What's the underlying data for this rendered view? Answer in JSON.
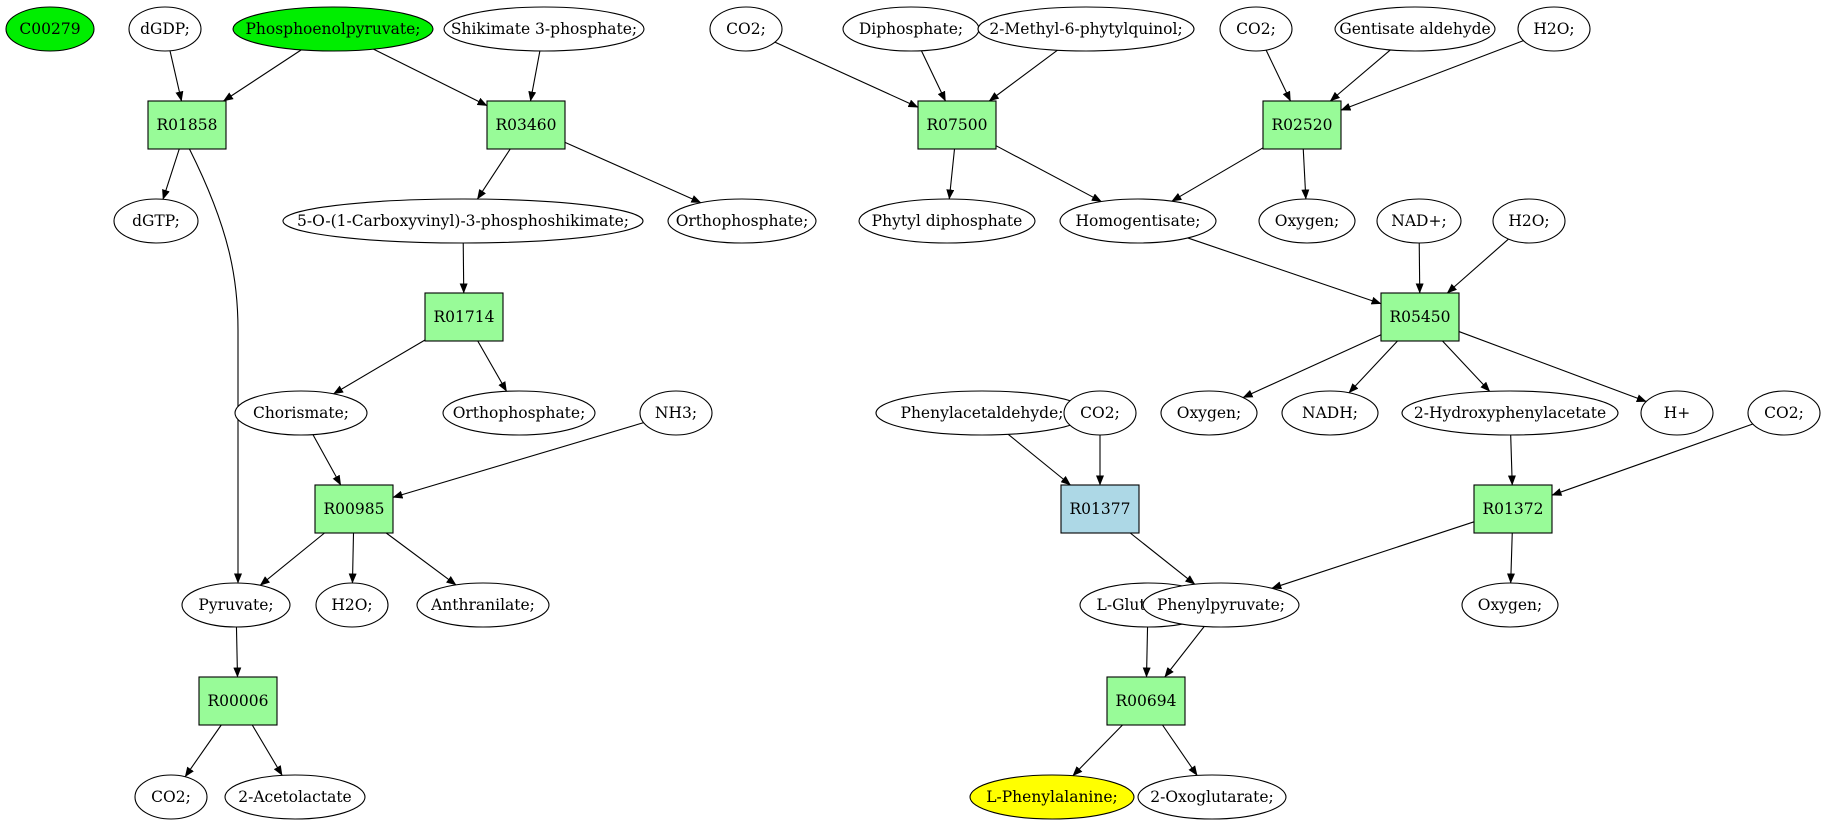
{
  "colors": {
    "reaction": "#98fb98",
    "reaction_highlight": "#add8e6",
    "compound": "#ffffff",
    "compound_source": "#00ee00",
    "compound_target": "#ffff00",
    "stroke": "#000000"
  },
  "nodes": [
    {
      "id": "C00279",
      "label": "C00279",
      "kind": "compound",
      "role": "source"
    },
    {
      "id": "dGDP",
      "label": "dGDP;",
      "kind": "compound"
    },
    {
      "id": "PEP",
      "label": "Phosphoenolpyruvate;",
      "kind": "compound",
      "role": "source"
    },
    {
      "id": "S3P",
      "label": "Shikimate 3-phosphate;",
      "kind": "compound"
    },
    {
      "id": "CO2a",
      "label": "CO2;",
      "kind": "compound"
    },
    {
      "id": "Diphos",
      "label": "Diphosphate;",
      "kind": "compound"
    },
    {
      "id": "MPQ",
      "label": "2-Methyl-6-phytylquinol;",
      "kind": "compound"
    },
    {
      "id": "CO2b",
      "label": "CO2;",
      "kind": "compound"
    },
    {
      "id": "GentAld",
      "label": "Gentisate aldehyde",
      "kind": "compound"
    },
    {
      "id": "H2Oa",
      "label": "H2O;",
      "kind": "compound"
    },
    {
      "id": "R01858",
      "label": "R01858",
      "kind": "reaction"
    },
    {
      "id": "R03460",
      "label": "R03460",
      "kind": "reaction"
    },
    {
      "id": "R07500",
      "label": "R07500",
      "kind": "reaction"
    },
    {
      "id": "R02520",
      "label": "R02520",
      "kind": "reaction"
    },
    {
      "id": "dGTP",
      "label": "dGTP;",
      "kind": "compound"
    },
    {
      "id": "EPSP",
      "label": "5-O-(1-Carboxyvinyl)-3-phosphoshikimate;",
      "kind": "compound"
    },
    {
      "id": "OrthoA",
      "label": "Orthophosphate;",
      "kind": "compound"
    },
    {
      "id": "PhytylPP",
      "label": "Phytyl diphosphate",
      "kind": "compound"
    },
    {
      "id": "Homogent",
      "label": "Homogentisate;",
      "kind": "compound"
    },
    {
      "id": "OxyA",
      "label": "Oxygen;",
      "kind": "compound"
    },
    {
      "id": "NADp",
      "label": "NAD+;",
      "kind": "compound"
    },
    {
      "id": "H2Ob",
      "label": "H2O;",
      "kind": "compound"
    },
    {
      "id": "R01714",
      "label": "R01714",
      "kind": "reaction"
    },
    {
      "id": "R05450",
      "label": "R05450",
      "kind": "reaction"
    },
    {
      "id": "Chor",
      "label": "Chorismate;",
      "kind": "compound"
    },
    {
      "id": "OrthoB",
      "label": "Orthophosphate;",
      "kind": "compound"
    },
    {
      "id": "NH3",
      "label": "NH3;",
      "kind": "compound"
    },
    {
      "id": "PheAld",
      "label": "Phenylacetaldehyde;",
      "kind": "compound"
    },
    {
      "id": "CO2c",
      "label": "CO2;",
      "kind": "compound"
    },
    {
      "id": "OxyB",
      "label": "Oxygen;",
      "kind": "compound"
    },
    {
      "id": "NADH",
      "label": "NADH;",
      "kind": "compound"
    },
    {
      "id": "HPA",
      "label": "2-Hydroxyphenylacetate",
      "kind": "compound"
    },
    {
      "id": "Hp",
      "label": "H+",
      "kind": "compound"
    },
    {
      "id": "CO2d",
      "label": "CO2;",
      "kind": "compound"
    },
    {
      "id": "R00985",
      "label": "R00985",
      "kind": "reaction"
    },
    {
      "id": "R01377",
      "label": "R01377",
      "kind": "reaction",
      "role": "highlight"
    },
    {
      "id": "R01372",
      "label": "R01372",
      "kind": "reaction"
    },
    {
      "id": "Pyr",
      "label": "Pyruvate;",
      "kind": "compound"
    },
    {
      "id": "H2Oc",
      "label": "H2O;",
      "kind": "compound"
    },
    {
      "id": "Anthr",
      "label": "Anthranilate;",
      "kind": "compound"
    },
    {
      "id": "LGlu",
      "label": "L-Glutamate;",
      "kind": "compound"
    },
    {
      "id": "PhePyr",
      "label": "Phenylpyruvate;",
      "kind": "compound"
    },
    {
      "id": "OxyC",
      "label": "Oxygen;",
      "kind": "compound"
    },
    {
      "id": "R00006",
      "label": "R00006",
      "kind": "reaction"
    },
    {
      "id": "R00694",
      "label": "R00694",
      "kind": "reaction"
    },
    {
      "id": "CO2e",
      "label": "CO2;",
      "kind": "compound"
    },
    {
      "id": "Acetolac",
      "label": "2-Acetolactate",
      "kind": "compound"
    },
    {
      "id": "LPhe",
      "label": "L-Phenylalanine;",
      "kind": "compound",
      "role": "target"
    },
    {
      "id": "Oxoglut",
      "label": "2-Oxoglutarate;",
      "kind": "compound"
    }
  ],
  "edges": [
    [
      "dGDP",
      "R01858"
    ],
    [
      "PEP",
      "R01858"
    ],
    [
      "PEP",
      "R03460"
    ],
    [
      "S3P",
      "R03460"
    ],
    [
      "R01858",
      "dGTP"
    ],
    [
      "R01858",
      "Pyr"
    ],
    [
      "R03460",
      "EPSP"
    ],
    [
      "R03460",
      "OrthoA"
    ],
    [
      "CO2a",
      "R07500"
    ],
    [
      "Diphos",
      "R07500"
    ],
    [
      "MPQ",
      "R07500"
    ],
    [
      "R07500",
      "PhytylPP"
    ],
    [
      "R07500",
      "Homogent"
    ],
    [
      "CO2b",
      "R02520"
    ],
    [
      "GentAld",
      "R02520"
    ],
    [
      "H2Oa",
      "R02520"
    ],
    [
      "R02520",
      "Homogent"
    ],
    [
      "R02520",
      "OxyA"
    ],
    [
      "EPSP",
      "R01714"
    ],
    [
      "R01714",
      "Chor"
    ],
    [
      "R01714",
      "OrthoB"
    ],
    [
      "Homogent",
      "R05450"
    ],
    [
      "NADp",
      "R05450"
    ],
    [
      "H2Ob",
      "R05450"
    ],
    [
      "R05450",
      "OxyB"
    ],
    [
      "R05450",
      "NADH"
    ],
    [
      "R05450",
      "HPA"
    ],
    [
      "R05450",
      "Hp"
    ],
    [
      "Chor",
      "R00985"
    ],
    [
      "NH3",
      "R00985"
    ],
    [
      "R00985",
      "Pyr"
    ],
    [
      "R00985",
      "H2Oc"
    ],
    [
      "R00985",
      "Anthr"
    ],
    [
      "PheAld",
      "R01377"
    ],
    [
      "CO2c",
      "R01377"
    ],
    [
      "R01377",
      "PhePyr"
    ],
    [
      "HPA",
      "R01372"
    ],
    [
      "CO2d",
      "R01372"
    ],
    [
      "R01372",
      "PhePyr"
    ],
    [
      "R01372",
      "OxyC"
    ],
    [
      "Pyr",
      "R00006"
    ],
    [
      "R00006",
      "CO2e"
    ],
    [
      "R00006",
      "Acetolac"
    ],
    [
      "LGlu",
      "R00694"
    ],
    [
      "PhePyr",
      "R00694"
    ],
    [
      "R00694",
      "LPhe"
    ],
    [
      "R00694",
      "Oxoglut"
    ]
  ]
}
